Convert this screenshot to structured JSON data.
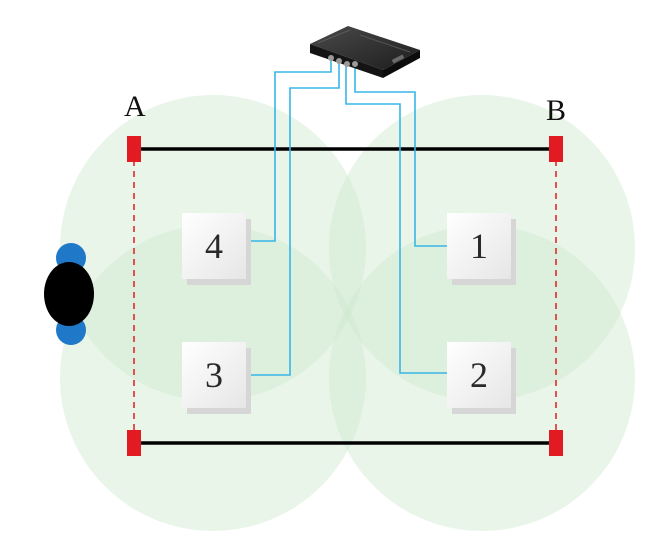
{
  "labels": {
    "gate_a": "A",
    "gate_b": "B"
  },
  "antennas": [
    {
      "id": "antenna-1",
      "label": "1"
    },
    {
      "id": "antenna-2",
      "label": "2"
    },
    {
      "id": "antenna-3",
      "label": "3"
    },
    {
      "id": "antenna-4",
      "label": "4"
    }
  ],
  "colors": {
    "coverage": "#cfe9cf",
    "cable": "#38b6e6",
    "gate_marker": "#e21b23",
    "beam_line": "#e21b23",
    "rail": "#000000",
    "person_body": "#000000",
    "person_shoulder": "#1f78c8",
    "antenna_face": "#f4f4f4",
    "reader_body": "#2b2b2b"
  },
  "icons": {
    "reader": "rfid-reader-icon",
    "person": "person-top-view-icon"
  }
}
